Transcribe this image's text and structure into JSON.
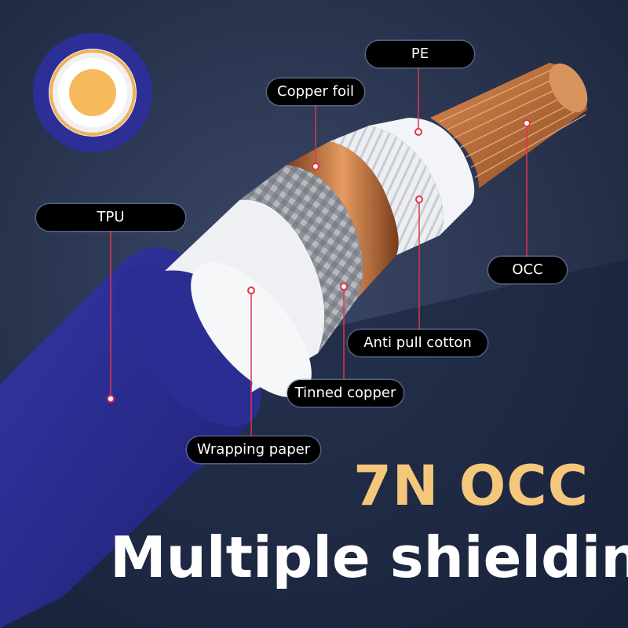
{
  "labels": {
    "pe": "PE",
    "copper_foil": "Copper foil",
    "tpu": "TPU",
    "occ": "OCC",
    "anti_pull_cotton": "Anti pull cotton",
    "tinned_copper": "Tinned copper",
    "wrapping_paper": "Wrapping paper"
  },
  "headline": {
    "line1": "7N OCC",
    "line2": "Multiple shielding"
  },
  "colors": {
    "background": "#1f2a45",
    "jacket_tpu": "#2c2f8f",
    "copper": "#c8733a",
    "headline_gold": "#f4c77a",
    "leader_line": "#e0354a"
  }
}
